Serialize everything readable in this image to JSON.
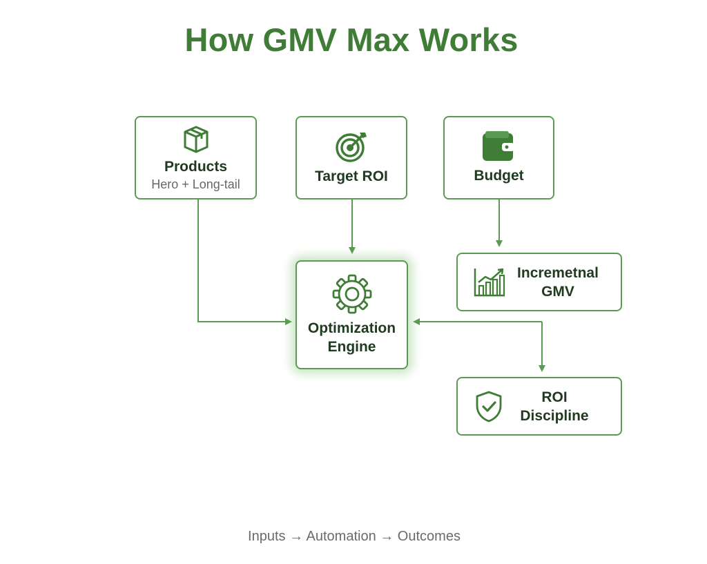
{
  "title": "How GMV Max Works",
  "nodes": {
    "products": {
      "label": "Products",
      "sublabel": "Hero + Long-tail",
      "icon": "box-icon"
    },
    "target_roi": {
      "label": "Target ROI",
      "icon": "target-icon"
    },
    "budget": {
      "label": "Budget",
      "icon": "wallet-icon"
    },
    "engine": {
      "label_line1": "Optimization",
      "label_line2": "Engine",
      "icon": "gear-icon"
    },
    "incremental_gmv": {
      "label_line1": "Incremetnal",
      "label_line2": "GMV",
      "icon": "bar-chart-growth-icon"
    },
    "roi_discipline": {
      "label_line1": "ROI",
      "label_line2": "Discipline",
      "icon": "shield-check-icon"
    }
  },
  "footer": "Inputs → Automation → Outcomes",
  "colors": {
    "accent": "#3f7d37",
    "border": "#5b9a52",
    "text_dark": "#1f3a1f",
    "text_muted": "#666666"
  }
}
